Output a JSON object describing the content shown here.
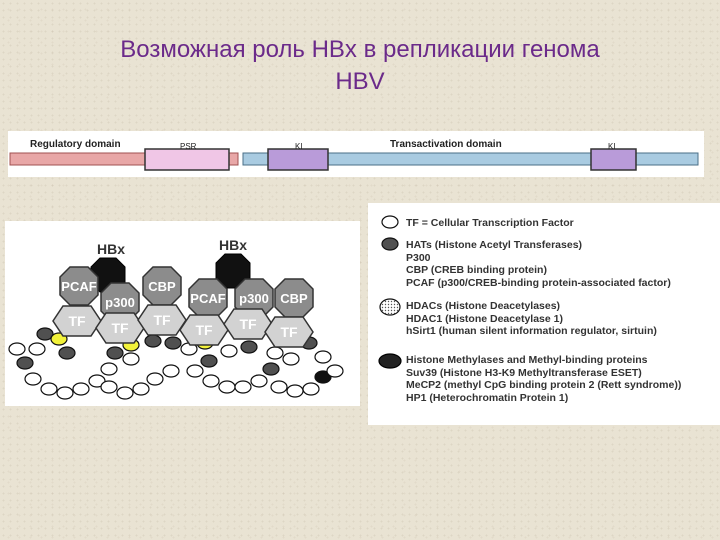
{
  "title": {
    "line1": "Возможная роль HBx в репликации генома",
    "line2": "HBV"
  },
  "domain_bar": {
    "regulatory_label": "Regulatory domain",
    "psr_label": "PSR",
    "ki1_label": "KI",
    "transactivation_label": "Transactivation domain",
    "ki2_label": "KI"
  },
  "diagram": {
    "hbx1": "HBx",
    "hbx2": "HBx",
    "pcaf1": "PCAF",
    "p300_1": "p300",
    "cbp1": "CBP",
    "pcaf2": "PCAF",
    "p300_2": "p300",
    "cbp2": "CBP",
    "tf": "TF"
  },
  "legend": {
    "group1": [
      "TF = Cellular Transcription Factor"
    ],
    "group2": [
      "HATs (Histone Acetyl Transferases)",
      "P300",
      "CBP (CREB binding protein)",
      "PCAF (p300/CREB-binding protein-associated factor)"
    ],
    "group3": [
      "HDACs (Histone Deacetylases)",
      "HDAC1 (Histone Deacetylase 1)",
      "hSirt1 (human silent information regulator, sirtuin)"
    ],
    "group4": [
      "Histone Methylases and Methyl-binding proteins",
      "Suv39 (Histone H3-K9 Methyltransferase ESET)",
      "MeCP2 (methyl CpG binding protein 2 (Rett syndrome))",
      "HP1 (Heterochromatin Protein 1)"
    ]
  },
  "colors": {
    "title": "#6b2a8a",
    "regulatory_bar": "#e8a7a7",
    "psr_box": "#f0c6e6",
    "ki_box": "#b99bd9",
    "transactivation_bar": "#a9cbe1",
    "octagon": "#8c8c8c",
    "tf_hex": "#d2d2d2",
    "dark_nuc": "#505050",
    "yellow_nuc": "#f2f23a"
  }
}
